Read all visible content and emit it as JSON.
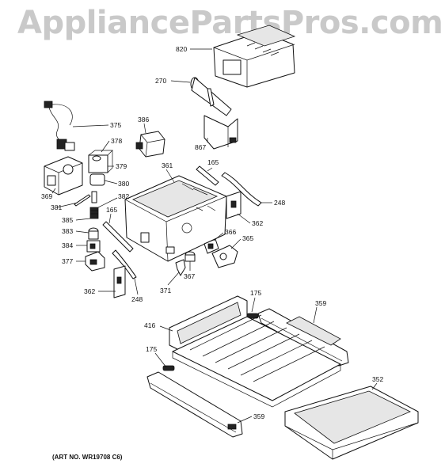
{
  "watermark": "AppliancePartsPros.com",
  "art_number": "(ART NO. WR19708 C6)",
  "callouts": [
    {
      "id": "820"
    },
    {
      "id": "270"
    },
    {
      "id": "867"
    },
    {
      "id": "375"
    },
    {
      "id": "386"
    },
    {
      "id": "378"
    },
    {
      "id": "379"
    },
    {
      "id": "361"
    },
    {
      "id": "165"
    },
    {
      "id": "369"
    },
    {
      "id": "380"
    },
    {
      "id": "381"
    },
    {
      "id": "382"
    },
    {
      "id": "385"
    },
    {
      "id": "165b"
    },
    {
      "id": "248"
    },
    {
      "id": "383"
    },
    {
      "id": "362"
    },
    {
      "id": "384"
    },
    {
      "id": "366"
    },
    {
      "id": "365"
    },
    {
      "id": "377"
    },
    {
      "id": "367"
    },
    {
      "id": "371"
    },
    {
      "id": "362b"
    },
    {
      "id": "248b"
    },
    {
      "id": "175"
    },
    {
      "id": "359"
    },
    {
      "id": "416"
    },
    {
      "id": "175b"
    },
    {
      "id": "352"
    },
    {
      "id": "359b"
    }
  ],
  "labels": {
    "820": "820",
    "270": "270",
    "867": "867",
    "375": "375",
    "386": "386",
    "378": "378",
    "379": "379",
    "361": "361",
    "165": "165",
    "369": "369",
    "380": "380",
    "381": "381",
    "382": "382",
    "385": "385",
    "165b": "165",
    "248": "248",
    "383": "383",
    "362": "362",
    "384": "384",
    "366": "366",
    "365": "365",
    "377": "377",
    "367": "367",
    "371": "371",
    "362b": "362",
    "248b": "248",
    "175": "175",
    "359": "359",
    "416": "416",
    "175b": "175",
    "352": "352",
    "359b": "359"
  }
}
